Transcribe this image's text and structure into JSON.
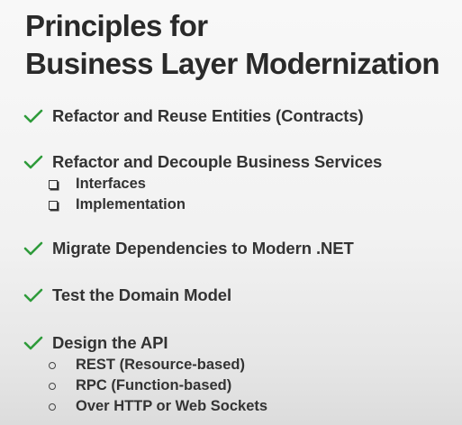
{
  "slide": {
    "title_line1": "Principles for",
    "title_line2": "Business Layer Modernization",
    "accent_color": "#2e9b3a",
    "bullets": [
      {
        "label": "Refactor and Reuse Entities (Contracts)",
        "icon": "check-icon"
      },
      {
        "label": "Refactor and Decouple Business Services",
        "icon": "check-icon",
        "sub_icon": "square-bullet-icon",
        "sub": [
          "Interfaces",
          "Implementation"
        ]
      },
      {
        "label": "Migrate Dependencies to Modern .NET",
        "icon": "check-icon"
      },
      {
        "label": "Test the Domain Model",
        "icon": "check-icon"
      },
      {
        "label": "Design the API",
        "icon": "check-icon",
        "sub_icon": "circle-bullet-icon",
        "sub": [
          "REST (Resource-based)",
          "RPC (Function-based)",
          "Over HTTP or Web Sockets"
        ]
      }
    ]
  }
}
